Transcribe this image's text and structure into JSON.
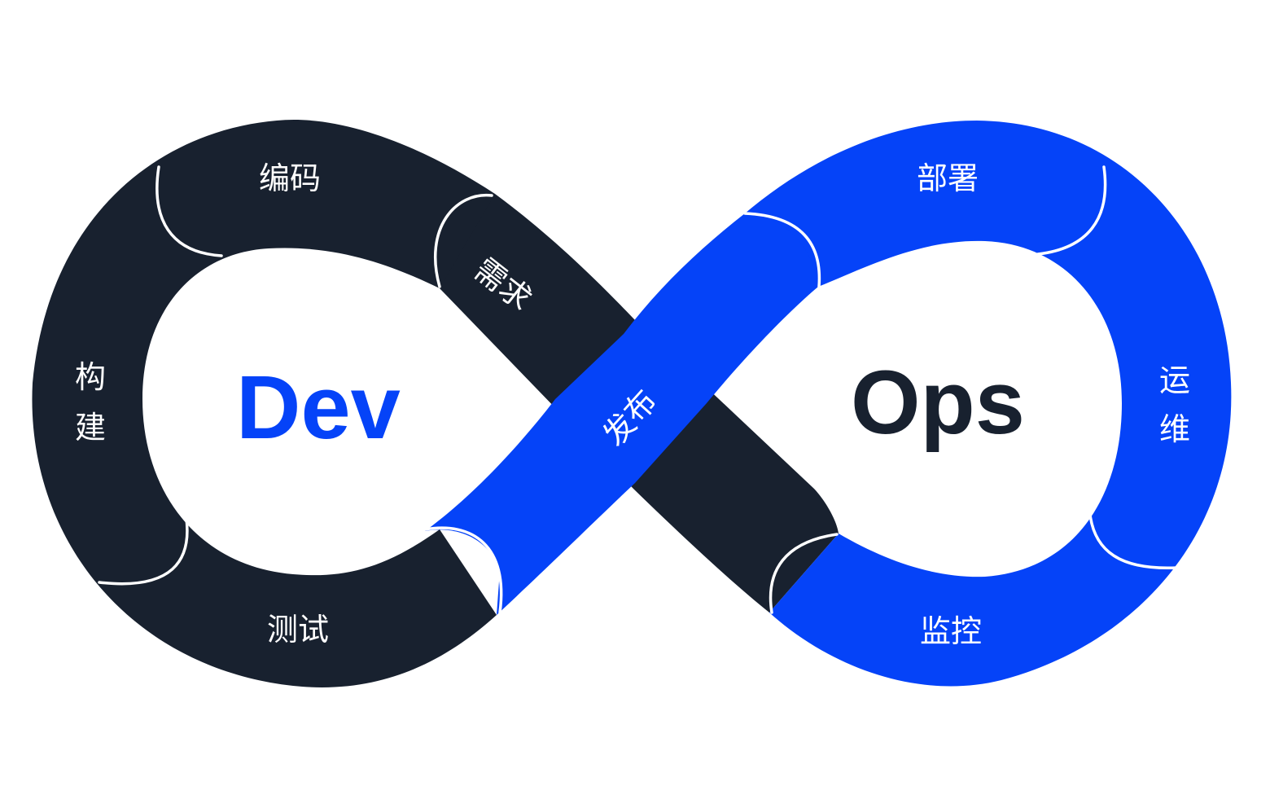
{
  "colors": {
    "dark": "#18212f",
    "blue": "#0543f8",
    "divider": "#ffffff",
    "background": "#ffffff"
  },
  "dev": {
    "title": "Dev",
    "stages": {
      "requirements": "需求",
      "coding": "编码",
      "build": "构建",
      "test": "测试"
    }
  },
  "ops": {
    "title": "Ops",
    "stages": {
      "deploy": "部署",
      "operate": "运维",
      "monitor": "监控"
    }
  },
  "bridge": {
    "release": "发布"
  }
}
